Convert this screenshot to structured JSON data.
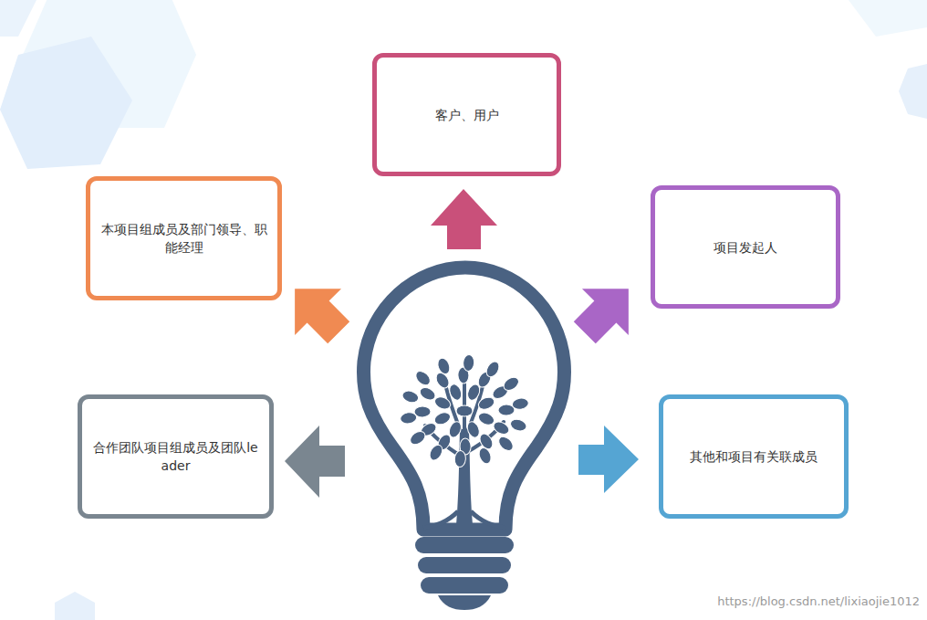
{
  "diagram": {
    "nodes": [
      {
        "text": [
          "客户、用户"
        ]
      },
      {
        "text": [
          "本项目组成员及部门领导、职能经理"
        ]
      },
      {
        "text": [
          "项目发起人"
        ]
      },
      {
        "text": [
          "合作团队项目组成员及团队leader"
        ]
      },
      {
        "text": [
          "其他和项目有关联成员"
        ]
      }
    ],
    "labels": [
      "https://blog.csdn.net/lixiaojie1012"
    ]
  }
}
